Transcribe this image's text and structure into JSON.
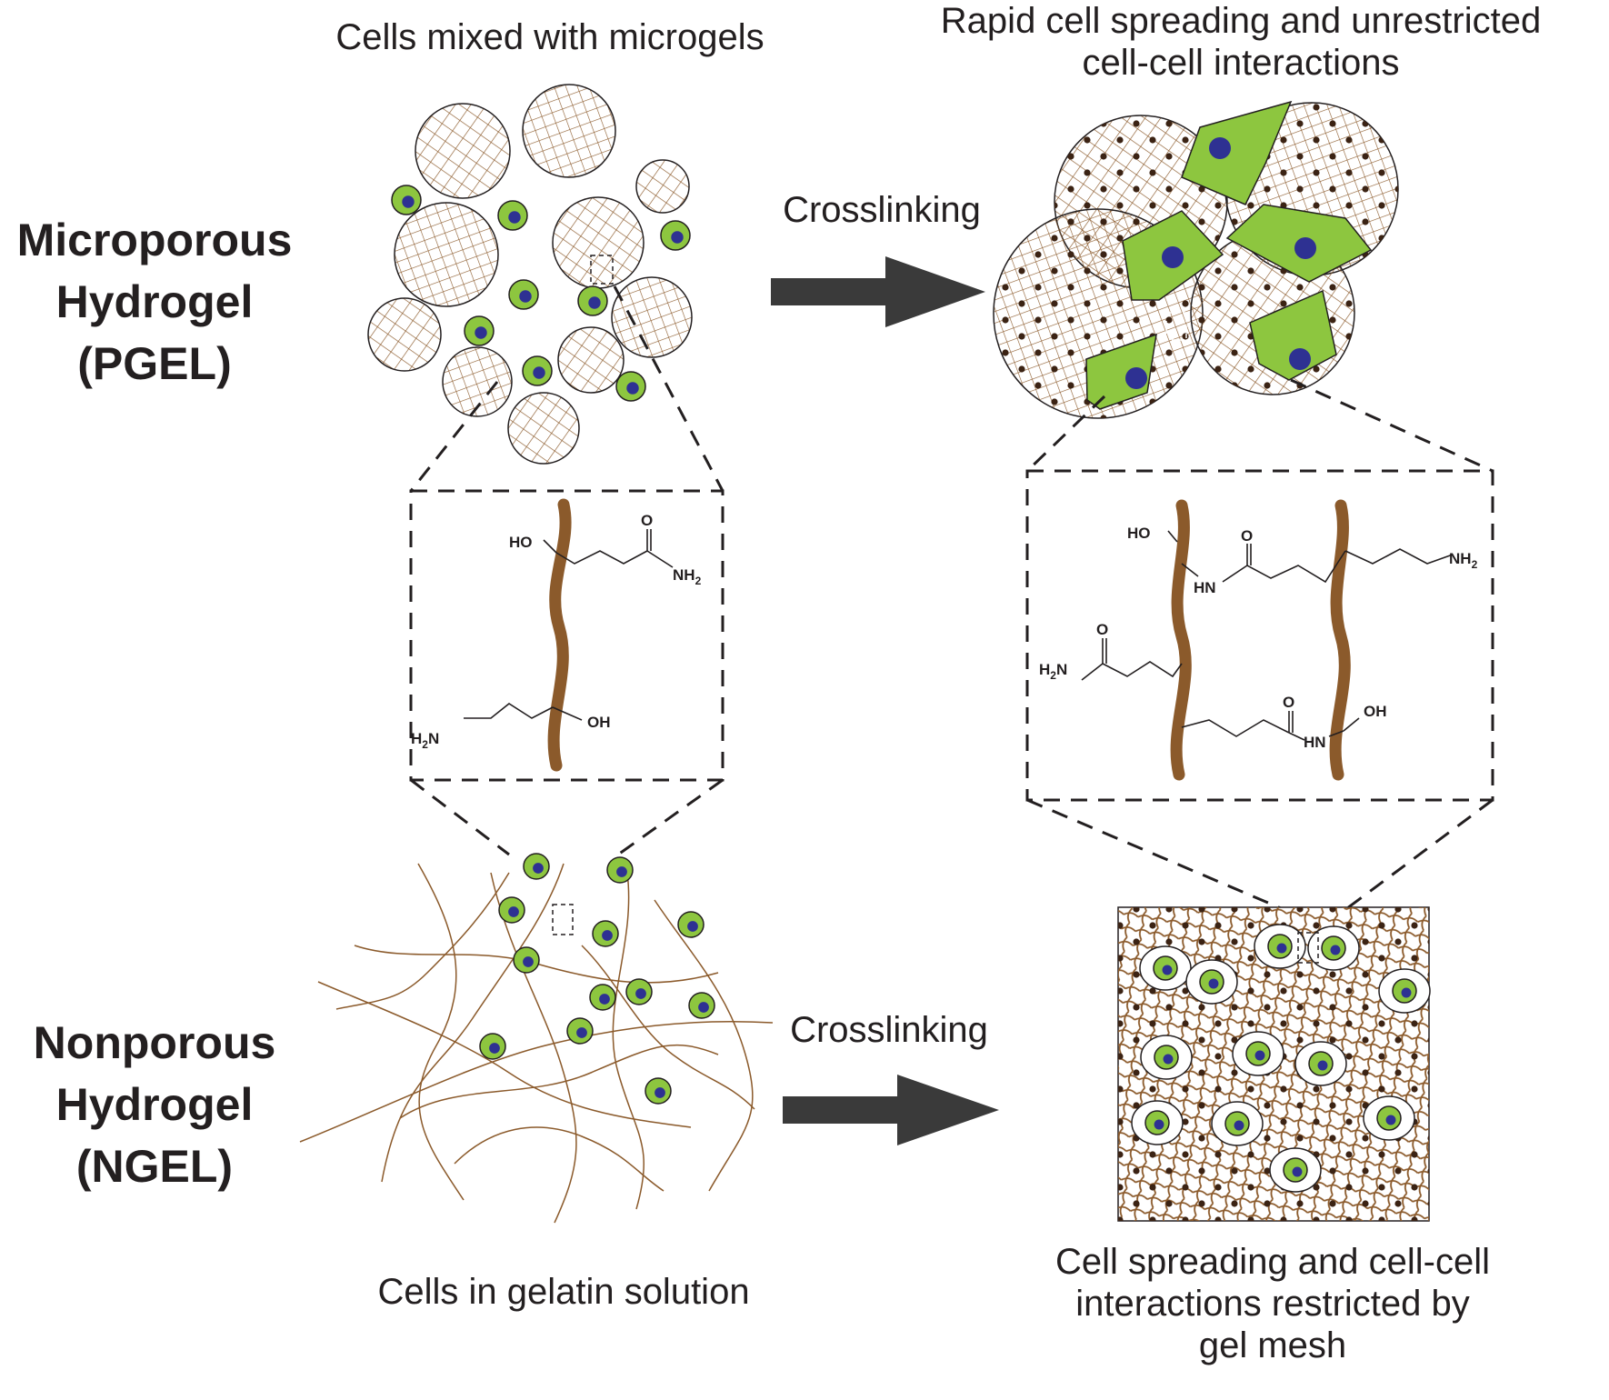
{
  "labels": {
    "pgel_title": [
      "Microporous",
      "Hydrogel",
      "(PGEL)"
    ],
    "ngel_title": [
      "Nonporous",
      "Hydrogel",
      "(NGEL)"
    ],
    "top_left_caption": "Cells mixed with microgels",
    "top_right_caption": [
      "Rapid cell spreading and unrestricted",
      "cell-cell interactions"
    ],
    "bottom_left_caption": "Cells in gelatin solution",
    "bottom_right_caption": [
      "Cell spreading and cell-cell",
      "interactions restricted by",
      "gel mesh"
    ],
    "arrow_top_label": "Crosslinking",
    "arrow_bottom_label": "Crosslinking"
  },
  "chemistry": {
    "left": {
      "ho": "HO",
      "o": "O",
      "nh2": "NH",
      "nh2_sub": "2",
      "h2n": "H",
      "h2n_sub": "2",
      "h2n_tail": "N",
      "oh": "OH"
    },
    "right": {
      "ho": "HO",
      "o1": "O",
      "hn1": "HN",
      "nh2": "NH",
      "nh2_sub": "2",
      "o2": "O",
      "h2n": "H",
      "h2n_sub": "2",
      "h2n_tail": "N",
      "o3": "O",
      "oh": "OH",
      "hn2": "HN"
    }
  },
  "colors": {
    "text": "#231f20",
    "cell_green": "#8dc63f",
    "nucleus": "#2e3192",
    "fiber_brown": "#8b5a2b",
    "dot": "#3b2314",
    "arrow": "#3a3a3a",
    "mesh": "#8b5a2b"
  },
  "icons": {
    "arrow": "right-arrow-icon",
    "cell": "cell-icon",
    "microgel": "microgel-icon"
  }
}
